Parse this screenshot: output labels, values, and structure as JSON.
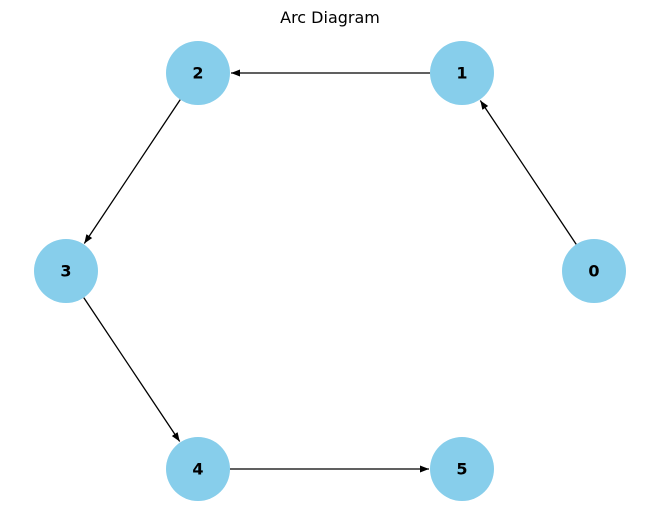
{
  "title": "Arc Diagram",
  "colors": {
    "node_fill": "#87ceeb",
    "edge": "#000000",
    "label": "#000000",
    "background": "#ffffff"
  },
  "nodes": [
    {
      "id": "0",
      "label": "0"
    },
    {
      "id": "1",
      "label": "1"
    },
    {
      "id": "2",
      "label": "2"
    },
    {
      "id": "3",
      "label": "3"
    },
    {
      "id": "4",
      "label": "4"
    },
    {
      "id": "5",
      "label": "5"
    }
  ],
  "edges": [
    {
      "from": "0",
      "to": "1"
    },
    {
      "from": "1",
      "to": "2"
    },
    {
      "from": "2",
      "to": "3"
    },
    {
      "from": "3",
      "to": "4"
    },
    {
      "from": "4",
      "to": "5"
    }
  ]
}
